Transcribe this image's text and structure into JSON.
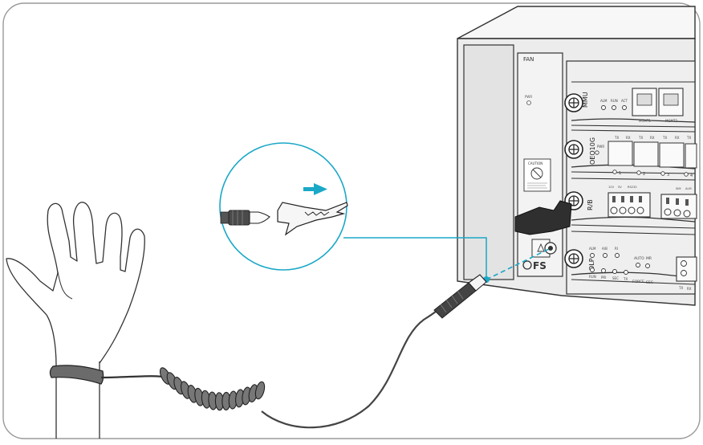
{
  "chassis": {
    "fan_label": "FAN",
    "pwr_label": "PWR",
    "caution_label": "CAUTION",
    "brand": "FS"
  },
  "cards": {
    "mmu": {
      "name": "MMU",
      "leds": [
        "ALM",
        "RUN",
        "ACT"
      ],
      "ports": [
        "MGMT1",
        "MGMT2"
      ]
    },
    "oeo": {
      "name": "OEO10G",
      "pwr": "PWR",
      "ports": [
        "TX",
        "RX",
        "TX",
        "RX",
        "TX",
        "RX",
        "TX"
      ],
      "port_numbers": [
        "1",
        "2",
        "3",
        "4"
      ]
    },
    "rb": {
      "name": "R/B",
      "heads": [
        "12V",
        "5V",
        "RS232",
        "SIM",
        "ALM"
      ]
    },
    "olp": {
      "name": "OLP",
      "leds_top": [
        "ALM",
        "A/B",
        "RI"
      ],
      "leds_bottom": [
        "RUN",
        "PRI",
        "SEC",
        "TX"
      ],
      "auto": "AUTO",
      "mr": "MR",
      "force": "FORCE",
      "sec": "SEC",
      "trx": [
        "TX",
        "RX"
      ]
    }
  },
  "colors": {
    "accent": "#1aa8c8",
    "line": "#333333",
    "panel": "#eeeeee",
    "cable": "#4a4a4a"
  }
}
